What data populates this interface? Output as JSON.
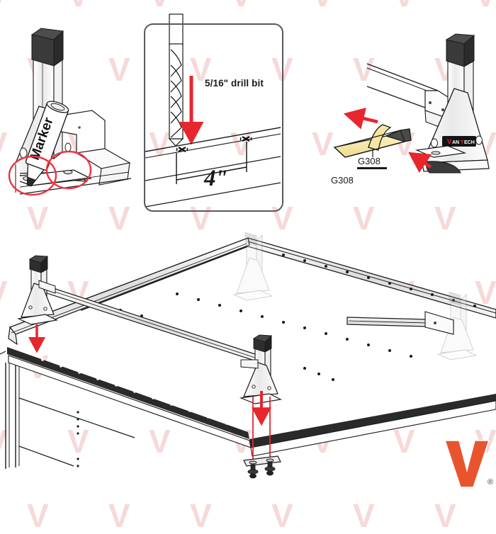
{
  "document": {
    "title": "Vantech Roof Rack Installation Instructions",
    "type": "technical-installation-diagram",
    "brand": "VANTECH",
    "background_color": "#ffffff",
    "accent_red": "#e8262d",
    "line_color": "#1a1a1a",
    "watermark_color": "#f6d9d9",
    "watermark_glyph": "V"
  },
  "panels": {
    "marker_step": {
      "name": "mark-hole-locations",
      "description": "Use marker to mark mounting hole locations through bracket base plate",
      "marker_label": "Marker",
      "highlight_color": "#ef3340",
      "highlight_count": 2
    },
    "drill_step": {
      "name": "drill-holes",
      "drill_label": "5/16\" drill bit",
      "dimension_label": "4\"",
      "arrow_color": "#e8262d",
      "border_color": "#565a5e"
    },
    "tape_step": {
      "name": "apply-g308-tape",
      "part_label_1": "G308",
      "part_label_2": "G308",
      "tape_color": "#f5e6a3",
      "tape_backing_color": "#4a4a4a",
      "arrow_color": "#e8262d",
      "bracket_badge": "VANTECH"
    },
    "main_assembly": {
      "name": "roof-rack-assembly-overview",
      "description": "Isometric view of van roof with side rails, cross bars and foot brackets",
      "arrow_color": "#e8262d",
      "backing_plate": "backing-plate-with-two-bolts"
    }
  },
  "logo": {
    "glyph": "V",
    "trademark": "®",
    "color": "#e8542e"
  }
}
